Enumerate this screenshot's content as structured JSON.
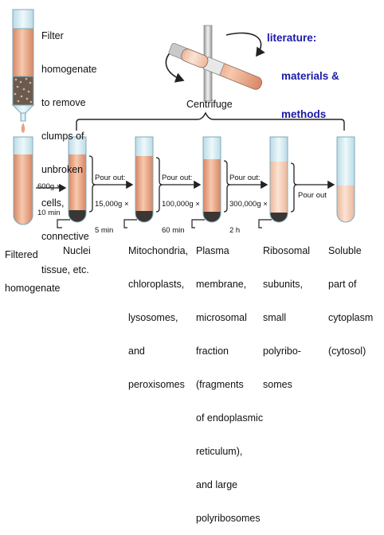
{
  "literature_note": {
    "line1": "literature:",
    "line2": "materials &",
    "line3": "methods"
  },
  "filter_step": {
    "lines": [
      "Filter",
      "homogenate",
      "to remove",
      "clumps of",
      "unbroken",
      "cells,",
      "connective",
      "tissue, etc."
    ]
  },
  "centrifuge": {
    "label": "Centrifuge"
  },
  "filtered_homogenate": {
    "lines": [
      "Filtered",
      "homogenate"
    ]
  },
  "steps": [
    {
      "lines": [
        "600g ×",
        "10 min"
      ]
    },
    {
      "lines": [
        "Pour out:",
        "15,000g ×",
        "5 min"
      ]
    },
    {
      "lines": [
        "Pour out:",
        "100,000g ×",
        "60 min"
      ]
    },
    {
      "lines": [
        "Pour out:",
        "300,000g ×",
        "2 h"
      ]
    },
    {
      "lines": [
        "Pour out"
      ]
    }
  ],
  "pellets": [
    {
      "lines": [
        "Nuclei"
      ]
    },
    {
      "lines": [
        "Mitochondria,",
        "chloroplasts,",
        "lysosomes,",
        "and",
        "peroxisomes"
      ]
    },
    {
      "lines": [
        "Plasma",
        "membrane,",
        "microsomal",
        "fraction",
        "(fragments",
        "of endoplasmic",
        "reticulum),",
        "and large",
        "polyribosomes"
      ]
    },
    {
      "lines": [
        "Ribosomal",
        "subunits,",
        "small",
        "polyribo-",
        "somes"
      ]
    }
  ],
  "supernatant": {
    "lines": [
      "Soluble",
      "part of",
      "cytoplasm",
      "(cytosol)"
    ]
  },
  "colors": {
    "tube_glass": "#cfe6ee",
    "tube_outline": "#7fa9b8",
    "liquid": "#e8a27e",
    "liquid_light": "#f7d3bd",
    "pellet": "#3a3634",
    "rod": "#d0d0d0",
    "literature_text": "#1a1aa8"
  }
}
